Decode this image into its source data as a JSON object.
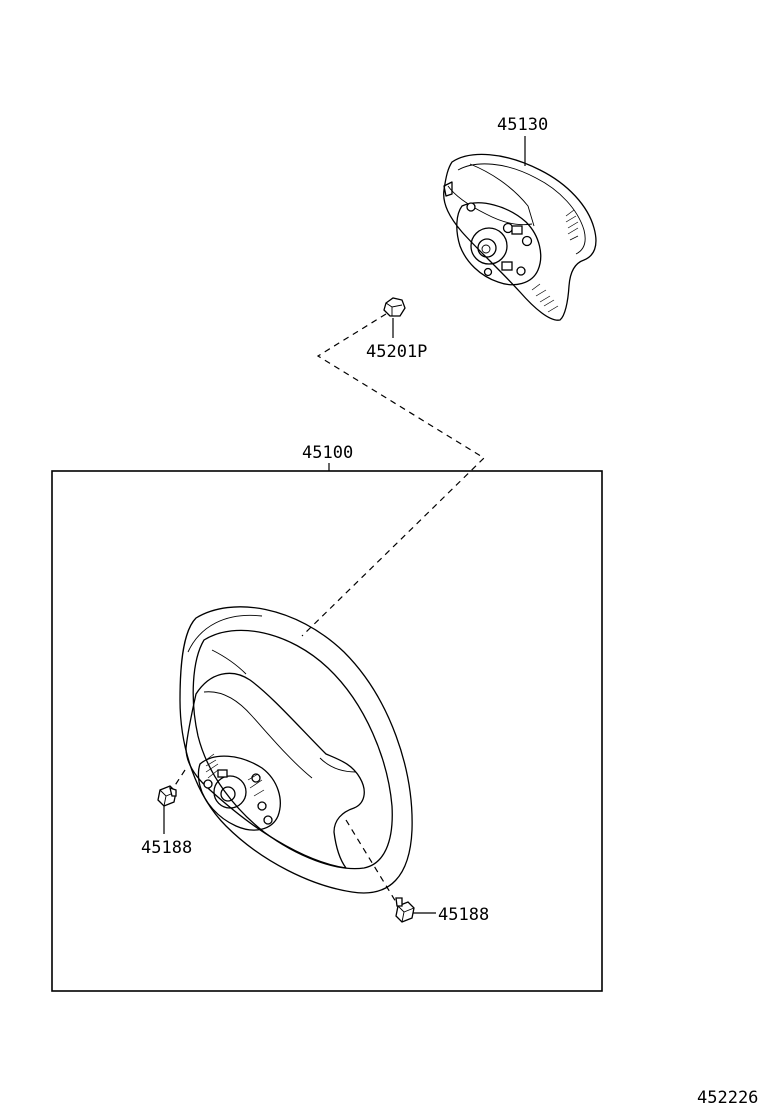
{
  "parts": {
    "airbag": "45130",
    "nut": "45201P",
    "wheel_assembly": "45100",
    "screw_left": "45188",
    "screw_right": "45188"
  },
  "diagram_id": "452226"
}
